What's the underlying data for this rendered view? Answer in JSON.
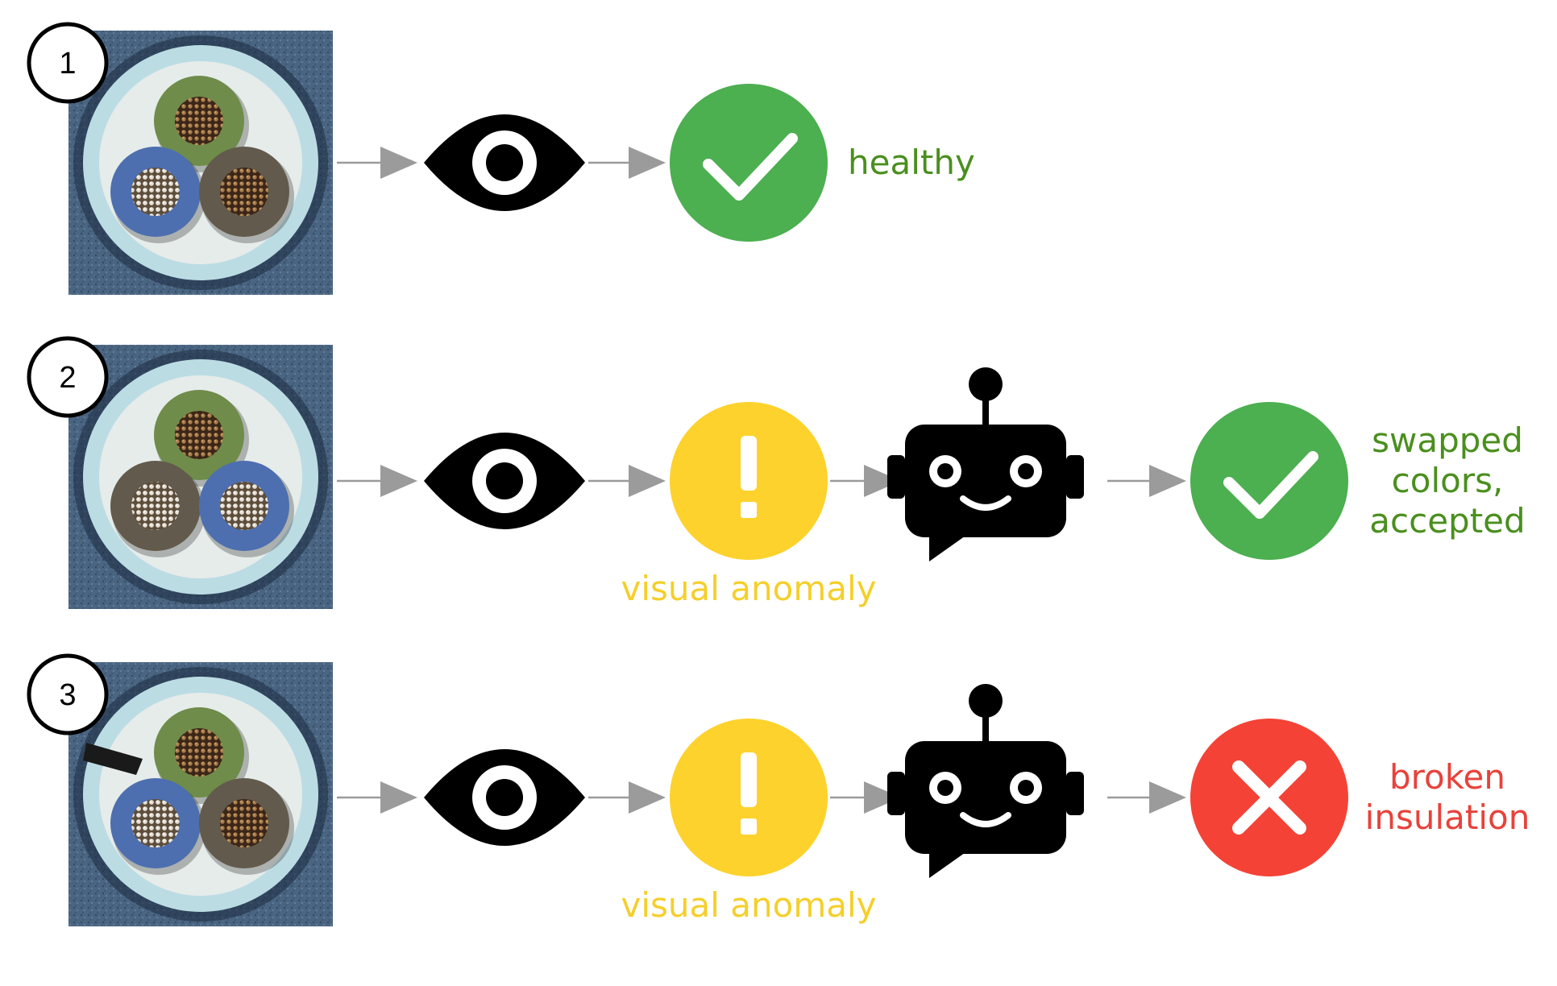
{
  "rows": [
    {
      "number": "1",
      "cable": {
        "top": "green",
        "left": "blue",
        "right": "brown",
        "dark_mark": false
      },
      "stages": [
        "eye",
        "ok"
      ],
      "anomaly_label": "",
      "result_lines": [
        "healthy"
      ]
    },
    {
      "number": "2",
      "cable": {
        "top": "green",
        "left": "brown",
        "right": "blue",
        "dark_mark": false
      },
      "stages": [
        "eye",
        "warn",
        "robot",
        "ok"
      ],
      "anomaly_label": "visual anomaly",
      "result_lines": [
        "swapped",
        "colors,",
        "accepted"
      ]
    },
    {
      "number": "3",
      "cable": {
        "top": "green",
        "left": "blue",
        "right": "brown",
        "dark_mark": true
      },
      "stages": [
        "eye",
        "warn",
        "robot",
        "fail"
      ],
      "anomaly_label": "visual anomaly",
      "result_lines": [
        "broken",
        "insulation"
      ]
    }
  ],
  "icons": {
    "eye": "eye-icon",
    "warn": "exclamation-icon",
    "robot": "robot-chat-icon",
    "ok": "checkmark-icon",
    "fail": "cross-icon"
  },
  "colors": {
    "ok": "#4caf50",
    "warn": "#fdd22c",
    "fail": "#f44336",
    "ok_text": "#4a8f1e",
    "warn_text": "#f5cf2a",
    "fail_text": "#e8423b",
    "arrow": "#9b9b9b",
    "icon": "#000000",
    "wire_green": "#6f8c4a",
    "wire_blue": "#4d6fb0",
    "wire_brown": "#625a4c",
    "copper": "#a87c4c",
    "silver": "#e4ddd3",
    "background_tile": "#4a6582",
    "sheath": "#bcdce4"
  }
}
